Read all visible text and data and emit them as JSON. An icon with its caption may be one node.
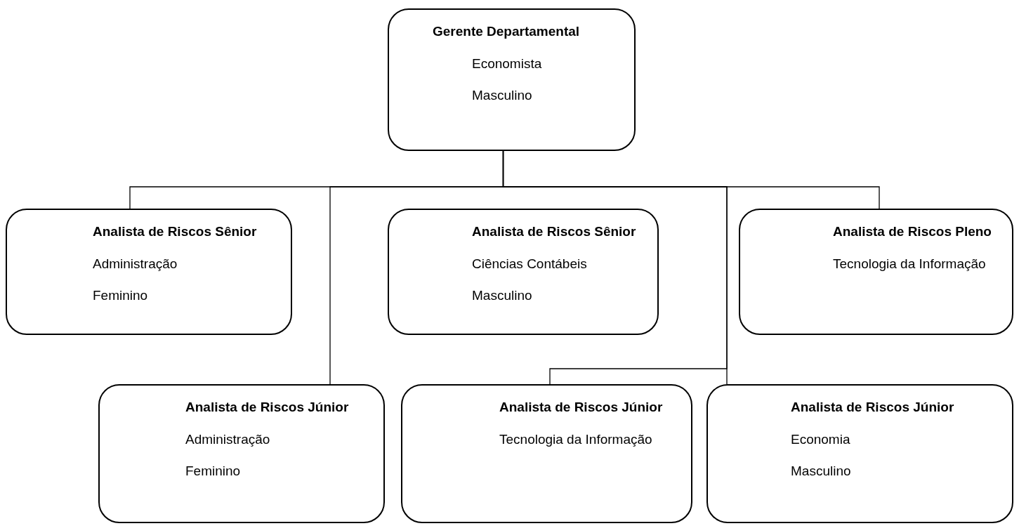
{
  "diagram": {
    "nodes": [
      {
        "text": [
          "Gerente Departamental",
          "Economista",
          "Masculino"
        ]
      },
      {
        "text": [
          "Analista de Riscos Sênior",
          "Administração",
          "Feminino"
        ]
      },
      {
        "text": [
          "Analista de Riscos Sênior",
          "Ciências Contábeis",
          "Masculino"
        ]
      },
      {
        "text": [
          "Analista de Riscos Pleno",
          "Tecnologia da Informação"
        ]
      },
      {
        "text": [
          "Analista de Riscos Júnior",
          "Administração",
          "Feminino"
        ]
      },
      {
        "text": [
          "Analista de Riscos Júnior",
          "Tecnologia da Informação"
        ]
      },
      {
        "text": [
          "Analista de Riscos Júnior",
          "Economia",
          "Masculino"
        ]
      }
    ],
    "edges": [
      {
        "from": 0,
        "to": 1,
        "arrow": "none"
      },
      {
        "from": 0,
        "to": 4,
        "arrow": "none"
      },
      {
        "from": 0,
        "to": 6,
        "arrow": "none"
      },
      {
        "from": 0,
        "to": 5,
        "arrow": "none"
      },
      {
        "from": 0,
        "to": 3,
        "arrow": "none"
      }
    ]
  }
}
